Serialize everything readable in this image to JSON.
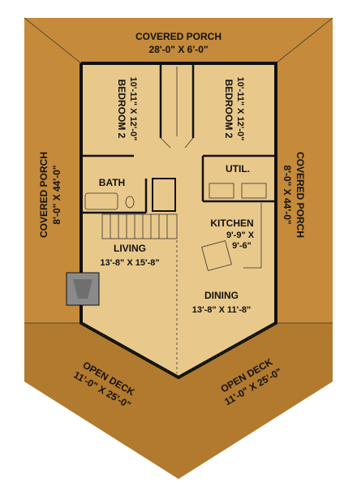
{
  "plan": {
    "colors": {
      "porch": "#c58a3a",
      "deck": "#b27a2e",
      "interior": "#e9c98b",
      "walls": "#111111",
      "fireplace": "#8a8a8a"
    },
    "porch_top": {
      "name": "COVERED PORCH",
      "dims": "28'-0\" X 6'-0\""
    },
    "porch_left": {
      "name": "COVERED PORCH",
      "dims": "8'-0\" X 44'-0\""
    },
    "porch_right": {
      "name": "COVERED PORCH",
      "dims": "8'-0\" X 44'-0\""
    },
    "deck_left": {
      "name": "OPEN DECK",
      "dims": "11'-0\" X 25'-0\""
    },
    "deck_right": {
      "name": "OPEN DECK",
      "dims": "11'-0\" X 25'-0\""
    },
    "bedroom_left": {
      "name": "BEDROOM 2",
      "dims": "10'-11\" X 12'-0\""
    },
    "bedroom_right": {
      "name": "BEDROOM 2",
      "dims": "10'-11\" X 12'-0\""
    },
    "bath": {
      "name": "BATH"
    },
    "util": {
      "name": "UTIL."
    },
    "kitchen": {
      "name": "KITCHEN",
      "dims_line1": "9'-9\" X",
      "dims_line2": "9'-6\""
    },
    "living": {
      "name": "LIVING",
      "dims": "13'-8\" X 15'-8\""
    },
    "dining": {
      "name": "DINING",
      "dims": "13'-8\" X 11'-8\""
    }
  }
}
